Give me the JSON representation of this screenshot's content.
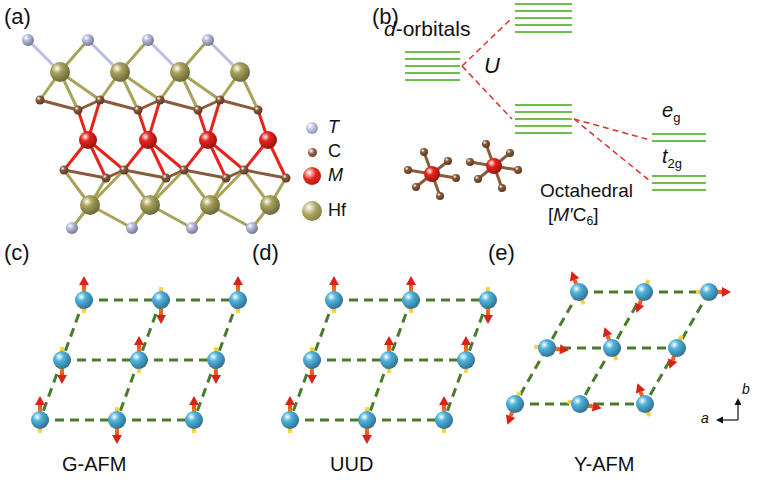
{
  "diagram": {
    "labels": [
      "(a)",
      "(b)",
      "d",
      "-orbitals",
      "U",
      "e",
      "g",
      "t",
      "2g",
      "Octahedral",
      "[",
      "M′",
      "C",
      "6",
      "]",
      "(c)",
      "(d)",
      "(e)",
      "G-AFM",
      "UUD",
      "Y-AFM",
      "b",
      "a"
    ],
    "legend": [
      {
        "text": "T",
        "color": "#b9bde0"
      },
      {
        "text": "C",
        "color": "#8a5a3a"
      },
      {
        "text": "M",
        "color": "#e8231b"
      },
      {
        "text": "Hf",
        "color": "#a9a35a"
      }
    ]
  }
}
